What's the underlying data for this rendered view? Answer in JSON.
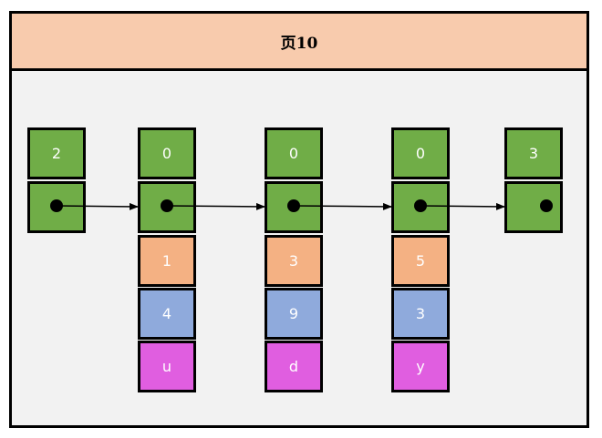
{
  "page": {
    "title": "页10"
  },
  "colors": {
    "header": "#f8cbad",
    "background": "#f2f2f2",
    "header_cell": "#70ad47",
    "pointer_cell": "#70ad47",
    "field_1": "#f4b183",
    "field_2": "#8faadc",
    "field_3": "#e05ee0"
  },
  "records": [
    {
      "header": "2",
      "fields": []
    },
    {
      "header": "0",
      "fields": [
        "1",
        "4",
        "u"
      ]
    },
    {
      "header": "0",
      "fields": [
        "3",
        "9",
        "d"
      ]
    },
    {
      "header": "0",
      "fields": [
        "5",
        "3",
        "y"
      ]
    },
    {
      "header": "3",
      "fields": []
    }
  ]
}
